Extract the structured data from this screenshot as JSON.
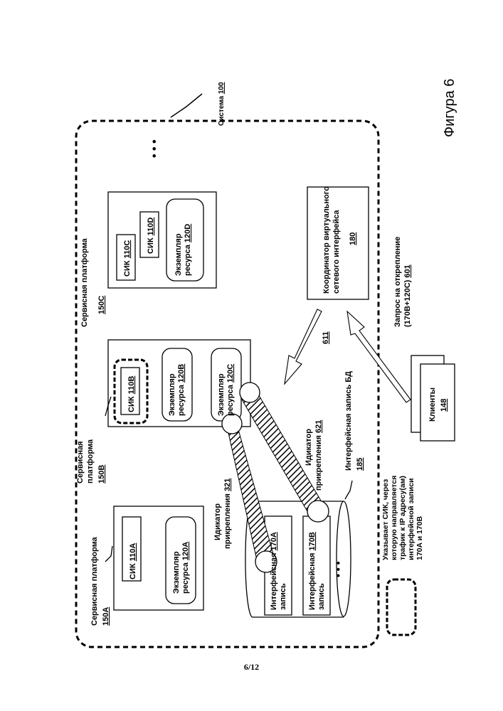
{
  "figure": {
    "caption": "Фигура 6",
    "page": "6/12"
  },
  "system": {
    "label": "Система",
    "ref": "100"
  },
  "platforms": [
    {
      "label": "Сервисная платформа",
      "ref": "150A",
      "nics": [
        {
          "label": "СИК",
          "ref": "110A"
        }
      ],
      "resources": [
        {
          "line1": "Экземпляр",
          "line2": "ресурса",
          "ref": "120A"
        }
      ]
    },
    {
      "label_line1": "Сервисная",
      "label_line2": "платформа",
      "ref": "150B",
      "nics": [
        {
          "label": "СИК",
          "ref": "110B"
        }
      ],
      "resources": [
        {
          "line1": "Экземпляр",
          "line2": "ресурса",
          "ref": "120B"
        },
        {
          "line1": "Экземпляр",
          "line2": "ресурса",
          "ref": "120C"
        }
      ]
    },
    {
      "label_line1": "Сервисная платформа",
      "ref": "150C",
      "nics": [
        {
          "label": "СИК",
          "ref": "110C"
        },
        {
          "label": "СИК",
          "ref": "110D"
        }
      ],
      "resources": [
        {
          "line1": "Экземпляр",
          "line2": "ресурса",
          "ref": "120D"
        }
      ]
    }
  ],
  "database": {
    "label": "Интерфейсная запись БД",
    "ref": "185",
    "records": [
      {
        "line1": "Интерфейсная",
        "line2": "запись",
        "ref": "170A"
      },
      {
        "line1": "Интерфейсная",
        "line2": "запись",
        "ref": "170B"
      }
    ],
    "more": "• • •"
  },
  "attachment_indicators": [
    {
      "line1": "Идикатор",
      "line2": "прикрепления",
      "ref": "321"
    },
    {
      "line1": "Идикатор",
      "line2": "прикрепления",
      "ref": "621"
    }
  ],
  "coordinator": {
    "line1": "Координатор виртуального",
    "line2": "сетевого интерфейса",
    "ref": "180"
  },
  "clients": {
    "label": "Клиенты",
    "ref": "148"
  },
  "request": {
    "line1": "Запрос на открепление",
    "line2": "(170B+120C)",
    "ref": "601"
  },
  "response_ref": "611",
  "more_platforms": "• • •",
  "legend": {
    "lines": [
      "Указывает СИК, через",
      "которую направляется",
      "трафик к IP адресу(ам)",
      "интерфейсной записи",
      "170A и 170B"
    ]
  }
}
